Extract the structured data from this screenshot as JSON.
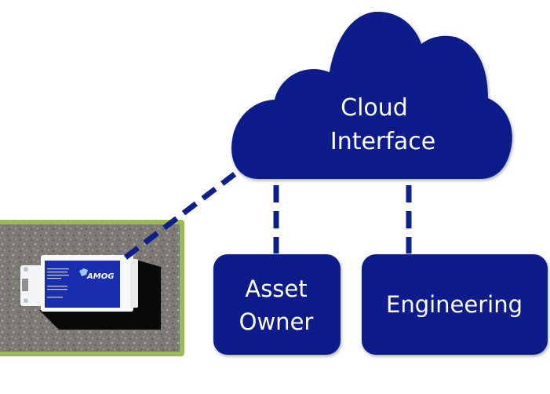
{
  "colors": {
    "navy": "#0c1f8a",
    "frame_green": "#9bbb59",
    "text": "#ffffff",
    "background": "#ffffff"
  },
  "cloud": {
    "line1": "Cloud",
    "line2": "Interface"
  },
  "nodes": [
    {
      "id": "asset-owner",
      "line1": "Asset",
      "line2": "Owner"
    },
    {
      "id": "engineering",
      "line1": "Engineering"
    }
  ],
  "device_photo": {
    "brand_label": "AMOG",
    "description": "sensor device on asphalt"
  },
  "connections": [
    {
      "from": "device-photo",
      "to": "cloud",
      "style": "dashed"
    },
    {
      "from": "cloud",
      "to": "asset-owner",
      "style": "dashed"
    },
    {
      "from": "cloud",
      "to": "engineering",
      "style": "dashed"
    }
  ]
}
